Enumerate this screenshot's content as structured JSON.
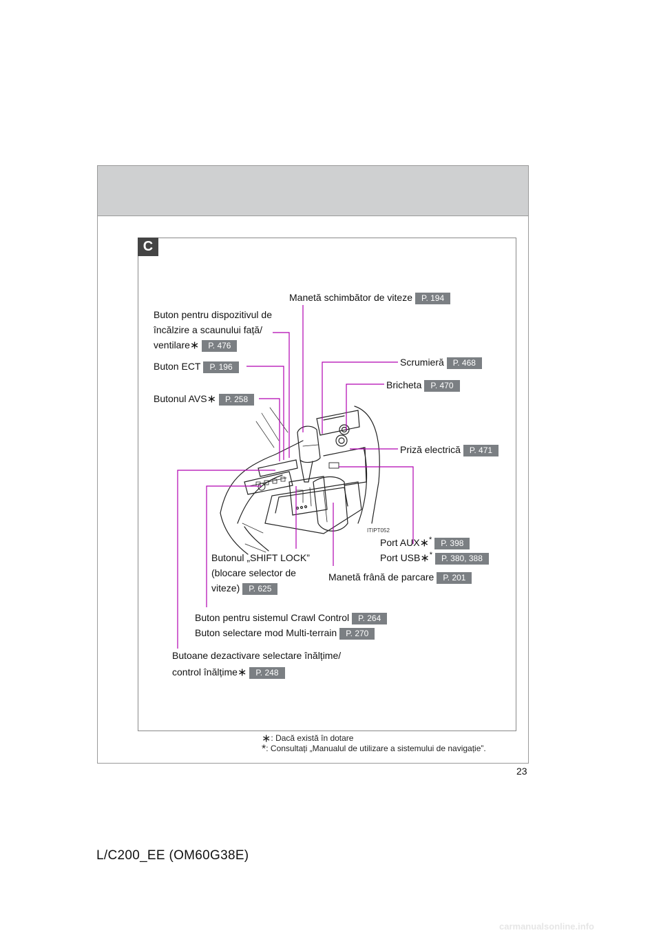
{
  "section_badge": "C",
  "image_code": "ITIPT052",
  "labels": {
    "shift_lever": {
      "text": "Manetă schimbător de viteze",
      "page": "P. 194"
    },
    "seat_heater": {
      "line1": "Buton pentru dispozitivul de",
      "line2": "încălzire a scaunului față/",
      "line3": "ventilare",
      "page": "P. 476"
    },
    "ect": {
      "text": "Buton ECT",
      "page": "P. 196"
    },
    "avs": {
      "text": "Butonul AVS",
      "page": "P. 258"
    },
    "ashtray": {
      "text": "Scrumieră",
      "page": "P. 468"
    },
    "lighter": {
      "text": "Bricheta",
      "page": "P. 470"
    },
    "power_outlet": {
      "text": "Priză electrică",
      "page": "P. 471"
    },
    "aux": {
      "text": "Port AUX",
      "page": "P. 398"
    },
    "usb": {
      "text": "Port USB",
      "page": "P. 380, 388"
    },
    "shift_lock": {
      "line1": "Butonul „SHIFT LOCK”",
      "line2": "(blocare selector de",
      "line3": "viteze)",
      "page": "P. 625"
    },
    "parking_brake": {
      "text": "Manetă frână de parcare",
      "page": "P. 201"
    },
    "crawl": {
      "text": "Buton pentru sistemul Crawl Control",
      "page": "P. 264"
    },
    "multi_terrain": {
      "text": "Buton selectare mod Multi-terrain",
      "page": "P. 270"
    },
    "height": {
      "line1": "Butoane dezactivare selectare înălțime/",
      "line2": "control înălțime",
      "page": "P. 248"
    }
  },
  "footnotes": {
    "first": ": Dacă există în dotare",
    "second": ": Consultați „Manualul de utilizare a sistemului de navigație”."
  },
  "page_number": "23",
  "doc_code": "L/C200_EE (OM60G38E)",
  "watermark": "carmanualsonline.info",
  "colors": {
    "leader": "#b000b0",
    "tag_bg": "#7b7f83",
    "header_band": "#cfd0d1"
  }
}
